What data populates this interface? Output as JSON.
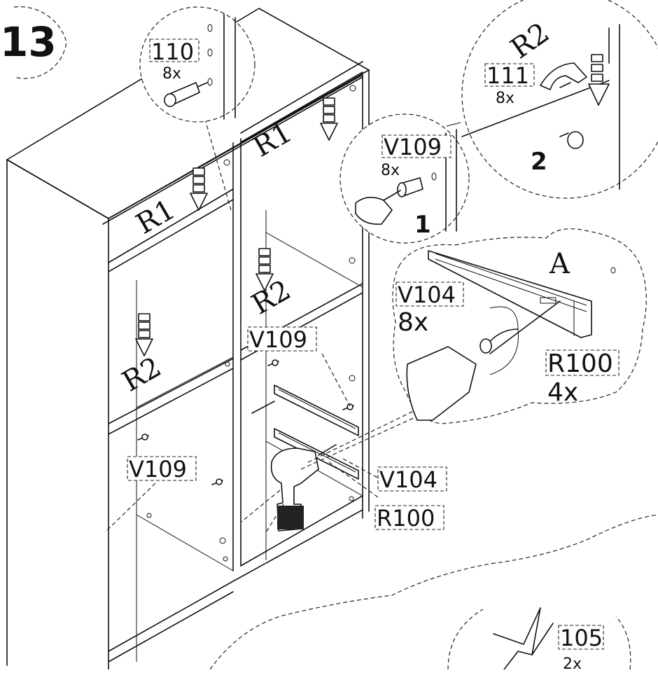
{
  "step_number": "13",
  "panels": {
    "r1": "R1",
    "r2": "R2",
    "a": "A"
  },
  "callouts": {
    "part_110": {
      "code": "110",
      "qty": "8x"
    },
    "part_111": {
      "code": "111",
      "qty": "8x",
      "panel": "R2",
      "substep": "2"
    },
    "part_v109_top": {
      "code": "V109",
      "qty": "8x",
      "substep": "1"
    },
    "part_v104_detail": {
      "code": "V104",
      "qty": "8x"
    },
    "part_r100_detail": {
      "code": "R100",
      "qty": "4x"
    },
    "part_105": {
      "code": "105",
      "qty": "2x"
    }
  },
  "labels": {
    "v109_mid": "V109",
    "v109_left": "V109",
    "v104_main": "V104",
    "r100_main": "R100"
  }
}
